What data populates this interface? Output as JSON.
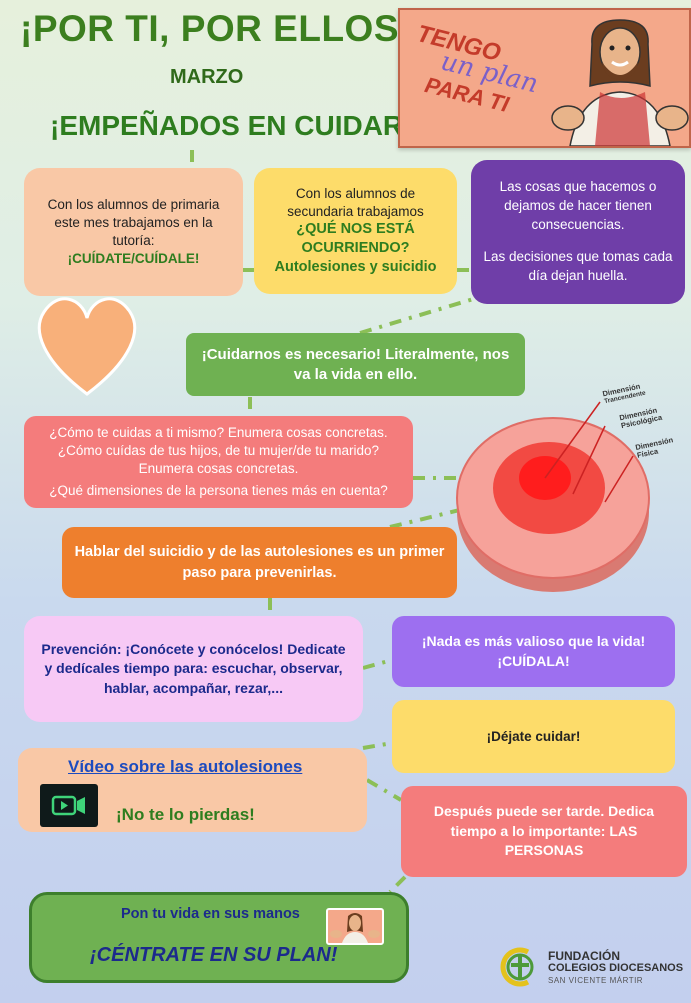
{
  "header": {
    "title": "¡POR TI, POR ELLOS!",
    "month": "MARZO",
    "subtitle": "¡EMPEÑADOS EN CUIDARNOS!"
  },
  "banner": {
    "line1": "TENGO",
    "line2": "un plan",
    "line3": "PARA TI"
  },
  "boxes": {
    "primary_text": "Con los alumnos de primaria este mes trabajamos en la tutoría:",
    "primary_highlight": "¡CUÍDATE/CUÍDALE!",
    "secondary_text": "Con los alumnos de secundaria  trabajamos",
    "secondary_highlight": "¿QUÉ NOS ESTÁ OCURRIENDO? Autolesiones y suicidio",
    "consequences_1": "Las cosas que hacemos o dejamos de hacer tienen consecuencias.",
    "consequences_2": "Las decisiones que tomas cada día dejan huella.",
    "necessary": "¡Cuidarnos es necesario! Literalmente, nos va la vida en ello.",
    "questions_1": "¿Cómo te cuidas a ti mismo? Enumera cosas concretas.",
    "questions_2": "¿Cómo cuídas de tus hijos, de tu mujer/de tu marido? Enumera cosas concretas.",
    "questions_3": "¿Qué dimensiones de la persona tienes más en cuenta?",
    "talk": "Hablar del suicidio y de las autolesiones  es un primer paso para prevenirlas.",
    "prevention": "Prevención: ¡Conócete y conócelos! Dedicate y dedícales tiempo para: escuchar, observar, hablar, acompañar, rezar,...",
    "nothing": "¡Nada es más valioso que la vida! ¡CUÍDALA!",
    "let_care": "¡Déjate cuidar!",
    "later": "Después puede ser tarde. Dedica tiempo a lo importante: LAS PERSONAS",
    "video_link": "Vídeo sobre las autolesiones",
    "video_sub": "¡No te lo pierdas!",
    "plan_line1": "Pon tu vida en sus manos",
    "plan_line2": "¡CÉNTRATE EN SU PLAN!"
  },
  "diagram": {
    "label1a": "Dimensión",
    "label1b": "Trancendente",
    "label2a": "Dimensión",
    "label2b": "Psicológica",
    "label3a": "Dimensión",
    "label3b": "Física"
  },
  "logo": {
    "line1": "FUNDACIÓN",
    "line2": "COLEGIOS DIOCESANOS",
    "line3": "SAN VICENTE MÁRTIR"
  },
  "colors": {
    "green": "#6fb152",
    "orange": "#ee7f2d",
    "purple": "#6f3ea8",
    "coral": "#f47c7c",
    "yellow": "#fddc6a",
    "peach": "#f9c8a6"
  }
}
